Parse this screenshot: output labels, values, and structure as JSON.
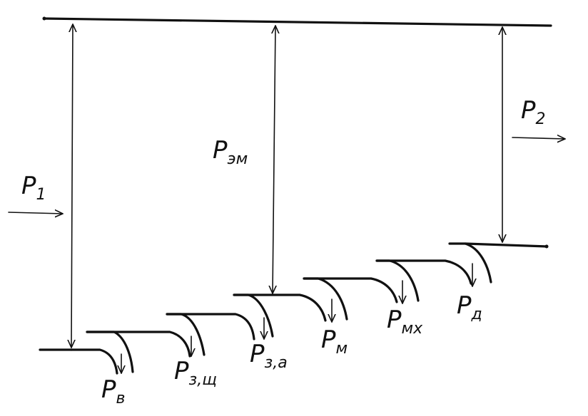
{
  "labels": {
    "p1": {
      "main": "P",
      "sub": "1"
    },
    "p2": {
      "main": "P",
      "sub": "2"
    },
    "pem": {
      "main": "P",
      "sub": "эм"
    },
    "pv": {
      "main": "P",
      "sub": "в"
    },
    "pzsch": {
      "main": "P",
      "sub": "з,щ"
    },
    "pza": {
      "main": "P",
      "sub": "з,а"
    },
    "pm": {
      "main": "P",
      "sub": "м"
    },
    "pmh": {
      "main": "P",
      "sub": "мх"
    },
    "pd": {
      "main": "P",
      "sub": "д"
    }
  }
}
